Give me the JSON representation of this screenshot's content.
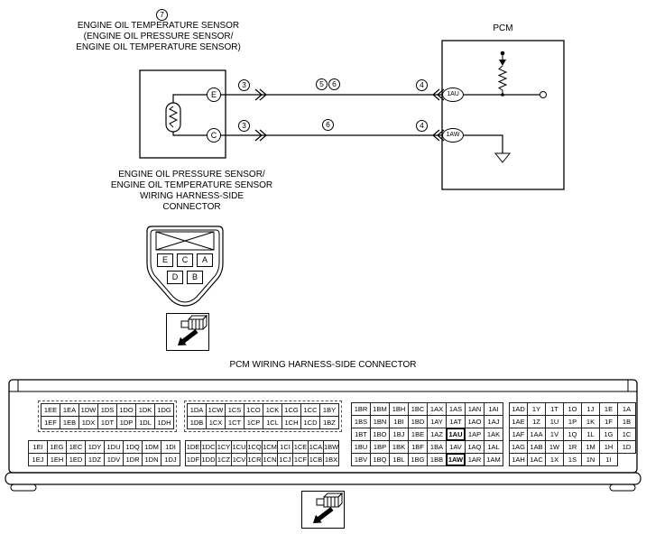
{
  "colors": {
    "line": "#000000",
    "background": "#ffffff"
  },
  "circuit": {
    "callout": "7",
    "sensor_title_lines": [
      "ENGINE OIL TEMPERATURE SENSOR",
      "(ENGINE OIL PRESSURE SENSOR/",
      "ENGINE OIL TEMPERATURE SENSOR)"
    ],
    "pcm_label": "PCM",
    "sensor_pins": {
      "top": "E",
      "bottom": "C"
    },
    "pcm_pins": {
      "top": "1AU",
      "bottom": "1AW"
    },
    "markers": {
      "top_a": "3",
      "top_b": "5",
      "top_c": "6",
      "top_d": "4",
      "bot_a": "3",
      "bot_b": "6",
      "bot_c": "4"
    }
  },
  "sensor_connector": {
    "title_lines": [
      "ENGINE OIL PRESSURE SENSOR/",
      "ENGINE OIL TEMPERATURE SENSOR",
      "WIRING HARNESS-SIDE",
      "CONNECTOR"
    ],
    "pin_rows": [
      [
        "E",
        "C",
        "A"
      ],
      [
        "D",
        "B"
      ]
    ]
  },
  "pcm_connector": {
    "title": "PCM WIRING HARNESS-SIDE CONNECTOR",
    "highlighted": [
      "1AU",
      "1AW"
    ],
    "blocks": {
      "top_left": [
        [
          "1EE",
          "1EA",
          "1DW",
          "1DS",
          "1DO",
          "1DK",
          "1DG"
        ],
        [
          "1EF",
          "1EB",
          "1DX",
          "1DT",
          "1DP",
          "1DL",
          "1DH"
        ]
      ],
      "top_mid": [
        [
          "1DA",
          "1CW",
          "1CS",
          "1CO",
          "1CK",
          "1CG",
          "1CC",
          "1BY"
        ],
        [
          "1DB",
          "1CX",
          "1CT",
          "1CP",
          "1CL",
          "1CH",
          "1CD",
          "1BZ"
        ]
      ],
      "bottom_left": [
        [
          "1EI",
          "1EG",
          "1EC",
          "1DY",
          "1DU",
          "1DQ",
          "1DM",
          "1DI"
        ],
        [
          "1EJ",
          "1EH",
          "1ED",
          "1DZ",
          "1DV",
          "1DR",
          "1DN",
          "1DJ"
        ]
      ],
      "bottom_mid": [
        [
          "1DE",
          "1DC",
          "1CY",
          "1CU",
          "1CQ",
          "1CM",
          "1CI",
          "1CE",
          "1CA",
          "1BW"
        ],
        [
          "1DF",
          "1DD",
          "1CZ",
          "1CV",
          "1CR",
          "1CN",
          "1CJ",
          "1CF",
          "1CB",
          "1BX"
        ]
      ],
      "right_grid": [
        [
          "1BR",
          "1BM",
          "1BH",
          "1BC",
          "1AX",
          "1AS",
          "1AN",
          "1AI"
        ],
        [
          "1BS",
          "1BN",
          "1BI",
          "1BD",
          "1AY",
          "1AT",
          "1AO",
          "1AJ"
        ],
        [
          "1BT",
          "1BO",
          "1BJ",
          "1BE",
          "1AZ",
          "1AU",
          "1AP",
          "1AK"
        ],
        [
          "1BU",
          "1BP",
          "1BK",
          "1BF",
          "1BA",
          "1AV",
          "1AQ",
          "1AL"
        ],
        [
          "1BV",
          "1BQ",
          "1BL",
          "1BG",
          "1BB",
          "1AW",
          "1AR",
          "1AM"
        ]
      ],
      "far_right": [
        [
          "1AD",
          "1Y",
          "1T",
          "1O",
          "1J",
          "1E",
          "1A"
        ],
        [
          "1AE",
          "1Z",
          "1U",
          "1P",
          "1K",
          "1F",
          "1B"
        ],
        [
          "1AF",
          "1AA",
          "1V",
          "1Q",
          "1L",
          "1G",
          "1C"
        ],
        [
          "1AG",
          "1AB",
          "1W",
          "1R",
          "1M",
          "1H",
          "1D"
        ],
        [
          "1AH",
          "1AC",
          "1X",
          "1S",
          "1N",
          "1I"
        ]
      ]
    }
  }
}
